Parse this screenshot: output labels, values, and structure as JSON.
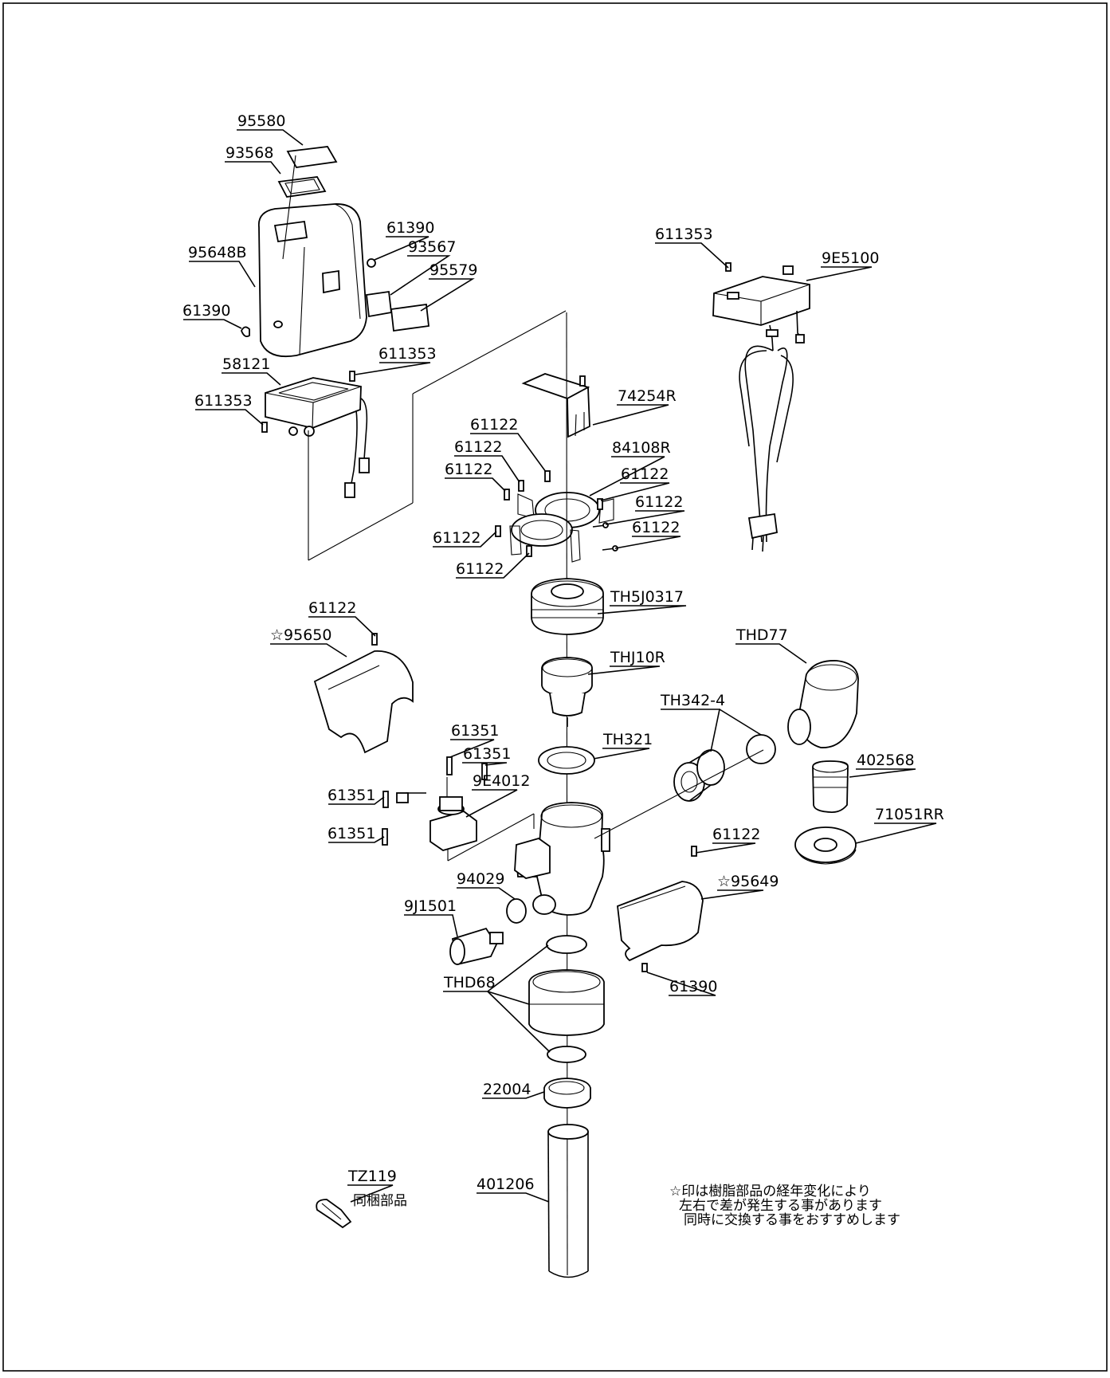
{
  "labels": {
    "p95580": "95580",
    "p93568": "93568",
    "p95648B": "95648B",
    "p61390_top": "61390",
    "p93567": "93567",
    "p95579": "95579",
    "p61390_left": "61390",
    "p58121": "58121",
    "p611353_mid": "611353",
    "p611353_left": "611353",
    "p611353_top": "611353",
    "p9E5100": "9E5100",
    "p74254R": "74254R",
    "p61122_a": "61122",
    "p61122_b": "61122",
    "p61122_c": "61122",
    "p84108R": "84108R",
    "p61122_d": "61122",
    "p61122_e": "61122",
    "p61122_f": "61122",
    "p61122_g": "61122",
    "p61122_h": "61122",
    "pTH5J0317": "TH5J0317",
    "p61122_cover": "61122",
    "p95650": "☆95650",
    "pTHJ10R": "THJ10R",
    "pTHD77": "THD77",
    "pTH342_4": "TH342-4",
    "pTH321": "TH321",
    "p61351_a": "61351",
    "p61351_b": "61351",
    "p9E4012": "9E4012",
    "p61351_c": "61351",
    "p61351_d": "61351",
    "p402568": "402568",
    "p71051RR": "71051RR",
    "p61122_right": "61122",
    "p94029": "94029",
    "p95649": "☆95649",
    "p9J1501": "9J1501",
    "p61390_bottom": "61390",
    "pTHD68": "THD68",
    "p22004": "22004",
    "pTZ119": "TZ119",
    "p401206": "401206"
  },
  "bundled_text": "同梱部品",
  "note": {
    "line1": "☆印は樹脂部品の経年変化により",
    "line2": "左右で差が発生する事があります",
    "line3": "同時に交換する事をおすすめします"
  }
}
